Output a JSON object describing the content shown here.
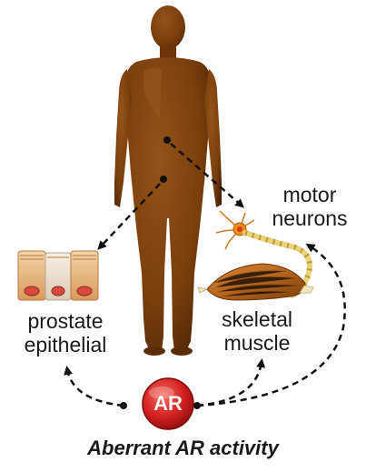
{
  "labels": {
    "motor_neurons": [
      "motor",
      "neurons"
    ],
    "skeletal_muscle": [
      "skeletal",
      "muscle"
    ],
    "prostate_epithelial": [
      "prostate",
      "epithelial"
    ],
    "ar_badge": "AR",
    "caption": "Aberrant AR activity"
  },
  "colors": {
    "body_skin": "#7a3f0c",
    "body_shadow": "#4a2304",
    "ar_red": "#d21f1f",
    "muscle": "#b5651d",
    "nerve": "#e9d27a",
    "cell_orange": "#e7b47d",
    "cell_center": "#efe3d2",
    "nucleus": "#d94a3d"
  }
}
